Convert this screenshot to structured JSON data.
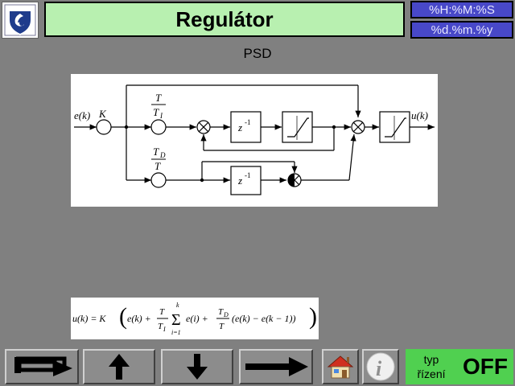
{
  "header": {
    "title": "Regulátor",
    "time_format": "%H:%M:%S",
    "date_format": "%d.%m.%y"
  },
  "main": {
    "subtitle": "PSD",
    "diagram": {
      "input_label": "e(k)",
      "output_label": "u(k)",
      "gain_label": "K",
      "integral_num": "T",
      "integral_den": "T",
      "integral_den_sub": "I",
      "derivative_num": "T",
      "derivative_num_sub": "D",
      "derivative_den": "T",
      "delay_label": "z",
      "delay_exp": "-1"
    },
    "formula": {
      "lhs": "u(k) = K",
      "term1": "e(k) +",
      "frac1_num": "T",
      "frac1_den": "T",
      "frac1_den_sub": "I",
      "sum_upper": "k",
      "sum_lower": "i=1",
      "term2": "e(i) +",
      "frac2_num": "T",
      "frac2_num_sub": "D",
      "frac2_den": "T",
      "term3": "(e(k) − e(k − 1))"
    }
  },
  "toolbar": {
    "buttons": [
      {
        "icon": "return-arrow-icon"
      },
      {
        "icon": "arrow-up-icon"
      },
      {
        "icon": "arrow-down-icon"
      },
      {
        "icon": "arrow-right-icon"
      },
      {
        "icon": "home-icon"
      },
      {
        "icon": "info-icon"
      }
    ],
    "mode_label_line1": "typ",
    "mode_label_line2": "řízení",
    "mode_value": "OFF",
    "mode_color": "#50d050"
  },
  "colors": {
    "background": "#808080",
    "title_bg": "#b8f0b0",
    "stamp_bg": "#4848c8"
  }
}
